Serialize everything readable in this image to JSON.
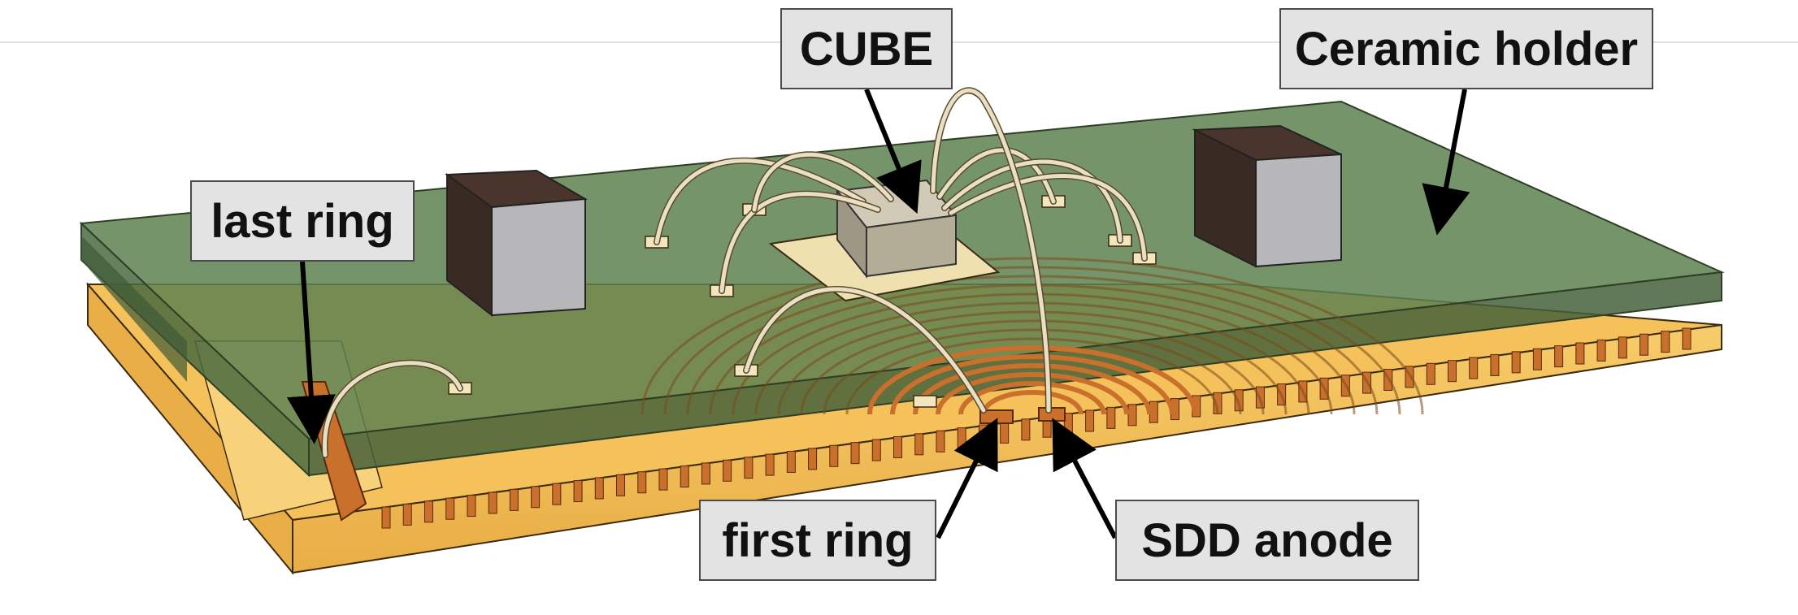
{
  "labels": {
    "cube": "CUBE",
    "ceramic_holder": "Ceramic holder",
    "last_ring": "last ring",
    "first_ring": "first ring",
    "sdd_anode": "SDD anode"
  },
  "colors": {
    "gold": "#f5c257",
    "gold_dark": "#e2a63c",
    "copper": "#c9702d",
    "green_plate": "#5e8150",
    "chip": "#c8bfa6",
    "cube_box": "#3a2a24",
    "arrow": "#000000"
  }
}
